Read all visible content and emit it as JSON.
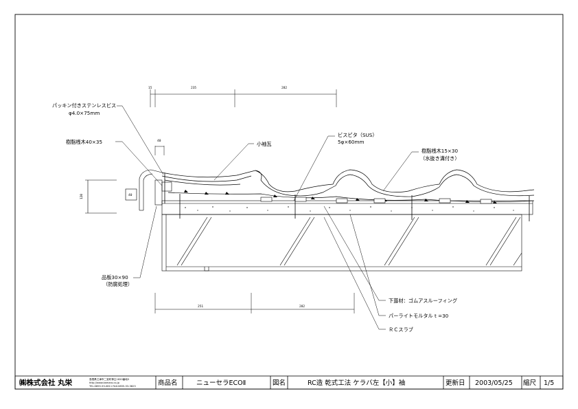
{
  "labels": {
    "packing_screw_1": "パッキン付きステンレスビス",
    "packing_screw_2": "φ4.0×75mm",
    "resin_batten": "樹脂桟木40×35",
    "small_sleeve_tile": "小袖瓦",
    "bispita_1": "ビスピタ（SUS）",
    "bispita_2": "5φ×60mm",
    "resin_batten_small_1": "樹脂桟木15×30",
    "resin_batten_small_2": "（水抜き溝付き）",
    "board_1": "品板30×90",
    "board_2": "（防腐処理）",
    "underlay": "下葺材：ゴムアスルーフィング",
    "mortar": "パーライトモルタル t =30",
    "rc_slab": "ＲＣスラブ"
  },
  "dims": {
    "d1": "15",
    "d2": "235",
    "d3": "282",
    "d4": "40",
    "d5": "251",
    "d6": "282",
    "d7": "120",
    "d8": "40"
  },
  "titleblock": {
    "company": "㈱株式会社 丸栄",
    "addr1": "島根県江津市二宮町神主1820番地5",
    "addr2": "http://www.kamara.co.jp",
    "addr3": "TEL:0855-53-0611 FAX:0855-53-3823",
    "product_label": "商品名",
    "product_name": "ニューセラECOⅡ",
    "drawing_label": "図名",
    "drawing_name": "RC造 乾式工法 ケラバ左【小】袖",
    "updated_label": "更新日",
    "updated_date": "2003/05/25",
    "scale_label": "縮尺",
    "scale_value": "1/5"
  }
}
